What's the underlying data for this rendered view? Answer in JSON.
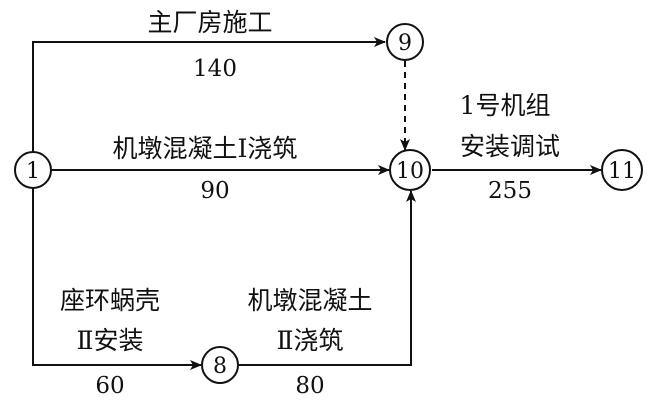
{
  "nodes": {
    "n1": "1",
    "n8": "8",
    "n9": "9",
    "n10": "10",
    "n11": "11"
  },
  "activities": {
    "main_building": {
      "name": "主厂房施工",
      "duration": "140"
    },
    "pier_concrete_1": {
      "name": "机墩混凝土Ⅰ浇筑",
      "duration": "90"
    },
    "unit_install": {
      "name_line1": "1号机组",
      "name_line2": "安装调试",
      "duration": "255"
    },
    "stay_ring": {
      "name_line1": "座环蜗壳",
      "name_line2": "Ⅱ安装",
      "duration": "60"
    },
    "pier_concrete_2": {
      "name_line1": "机墩混凝土",
      "name_line2": "Ⅱ浇筑",
      "duration": "80"
    }
  }
}
